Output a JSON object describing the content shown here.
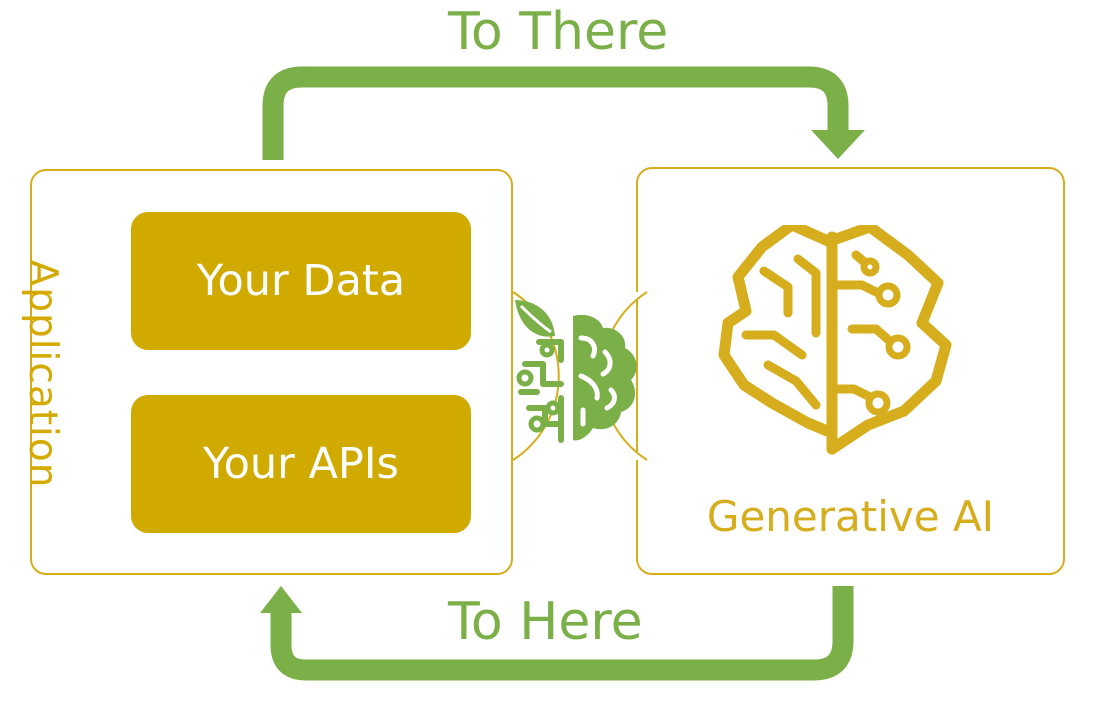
{
  "diagram": {
    "top_arrow_label": "To There",
    "bottom_arrow_label": "To Here",
    "left_panel": {
      "title": "Application",
      "boxes": [
        {
          "label": "Your Data"
        },
        {
          "label": "Your APIs"
        }
      ]
    },
    "right_panel": {
      "title": "Generative AI",
      "icon": "circuit-brain-icon"
    },
    "center_icon": "leaf-brain-icon"
  },
  "colors": {
    "arrow_green": "#7baf48",
    "gold": "#d1aa00",
    "panel_border": "#d6ad1c",
    "background": "#ffffff"
  }
}
